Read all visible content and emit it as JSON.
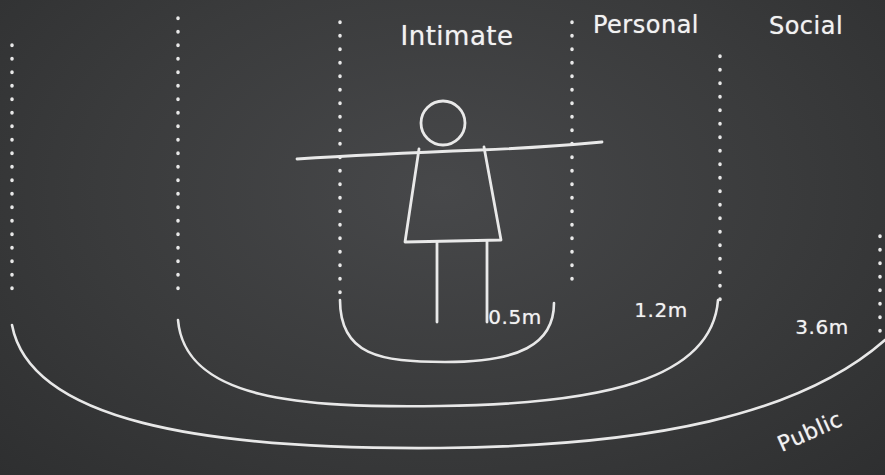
{
  "diagram": {
    "labels": [
      "Intimate",
      "Personal",
      "Social",
      "0.5m",
      "1.2m",
      "3.6m",
      "Public"
    ]
  }
}
